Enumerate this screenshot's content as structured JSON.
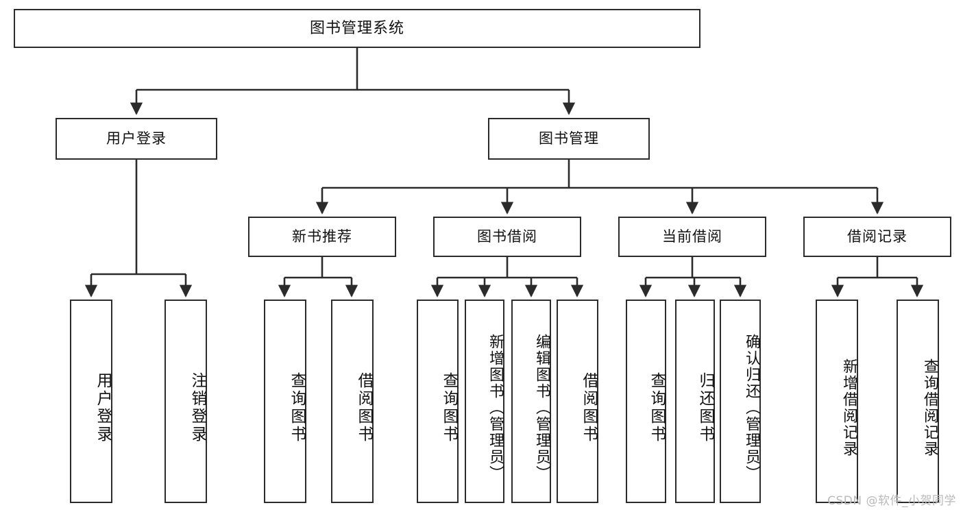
{
  "diagram": {
    "title": "图书管理系统",
    "type": "tree",
    "orientation": "top-down",
    "colors": {
      "box_border": "#2b2b2b",
      "box_fill": "#ffffff",
      "edge": "#2b2b2b",
      "text": "#111111",
      "watermark": "#b9b9b9",
      "background": "#ffffff"
    },
    "nodes": {
      "root": {
        "label": "图书管理系统"
      },
      "level2": [
        {
          "id": "user-login",
          "label": "用户登录"
        },
        {
          "id": "book-manage",
          "label": "图书管理"
        }
      ],
      "level3": [
        {
          "id": "new-book-recommend",
          "label": "新书推荐"
        },
        {
          "id": "book-borrow",
          "label": "图书借阅"
        },
        {
          "id": "current-borrow",
          "label": "当前借阅"
        },
        {
          "id": "borrow-record",
          "label": "借阅记录"
        }
      ],
      "leaves": {
        "user-login": [
          {
            "id": "leaf-user-login",
            "label": "用户登录"
          },
          {
            "id": "leaf-logout",
            "label": "注销登录"
          }
        ],
        "new-book-recommend": [
          {
            "id": "leaf-query-book-1",
            "label": "查询图书"
          },
          {
            "id": "leaf-borrow-book-1",
            "label": "借阅图书"
          }
        ],
        "book-borrow": [
          {
            "id": "leaf-query-book-2",
            "label": "查询图书"
          },
          {
            "id": "leaf-add-book",
            "label": "新增图书（管理员）"
          },
          {
            "id": "leaf-edit-book",
            "label": "编辑图书（管理员）"
          },
          {
            "id": "leaf-borrow-book-2",
            "label": "借阅图书"
          }
        ],
        "current-borrow": [
          {
            "id": "leaf-query-book-3",
            "label": "查询图书"
          },
          {
            "id": "leaf-return-book",
            "label": "归还图书"
          },
          {
            "id": "leaf-confirm-return",
            "label": "确认归还（管理员）"
          }
        ],
        "borrow-record": [
          {
            "id": "leaf-add-record",
            "label": "新增借阅记录"
          },
          {
            "id": "leaf-query-record",
            "label": "查询借阅记录"
          }
        ]
      }
    },
    "watermark": "CSDN @软件_小贺同学"
  }
}
